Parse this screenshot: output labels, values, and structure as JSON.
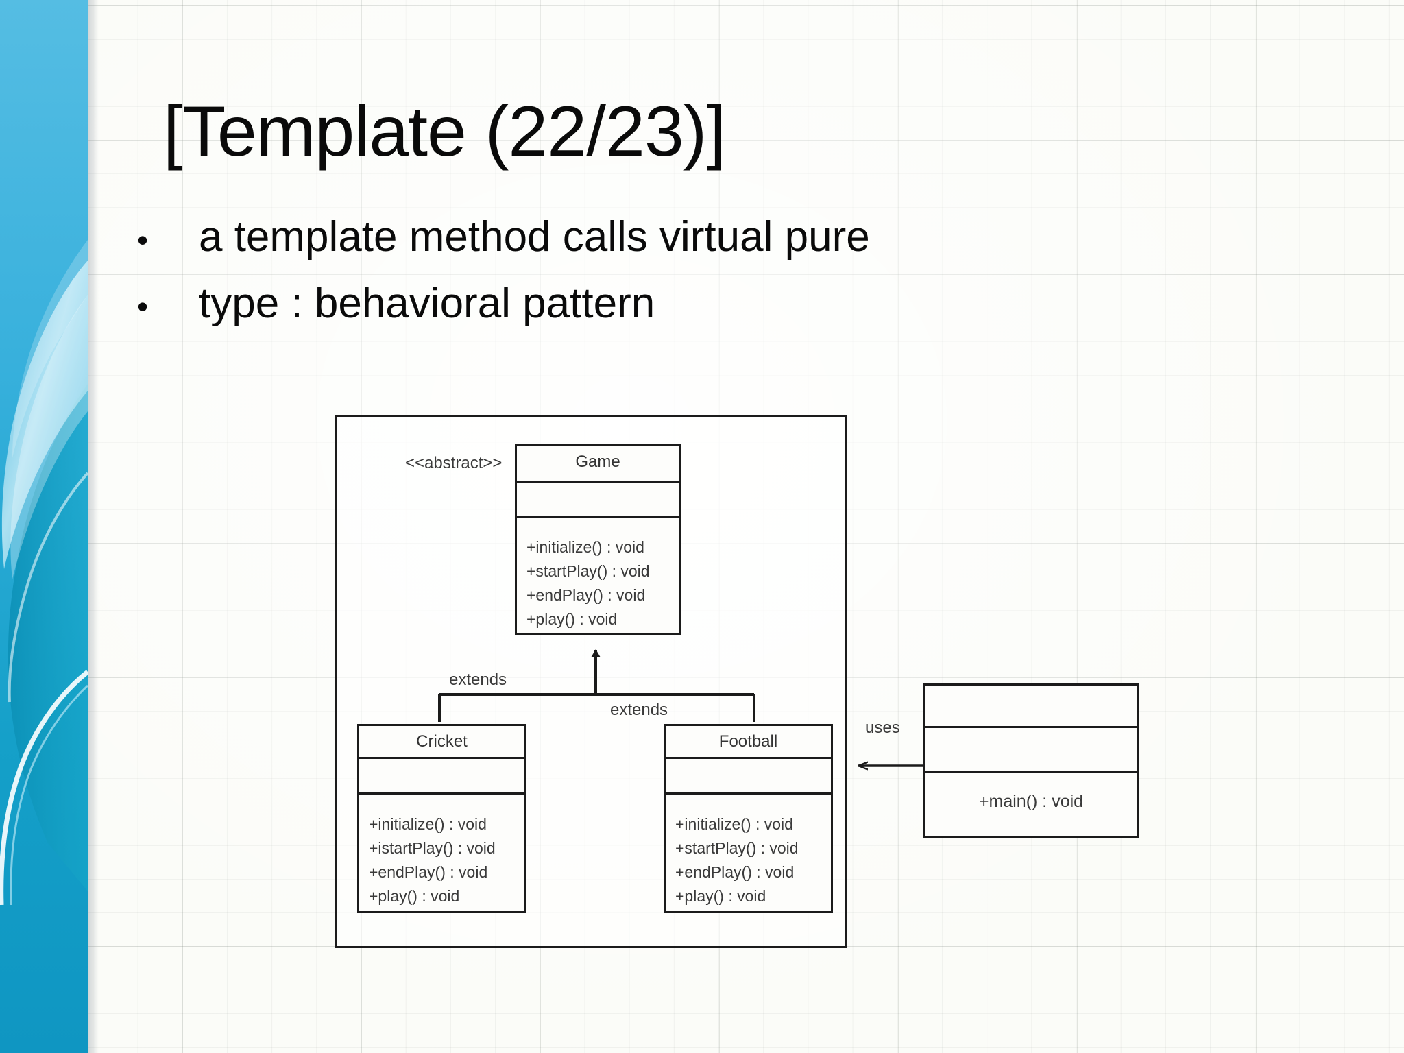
{
  "slide": {
    "title": "[Template (22/23)]",
    "bullets": [
      {
        "marker": "•",
        "text": "a template method calls virtual pure"
      },
      {
        "marker": "•",
        "text": "type : behavioral pattern"
      }
    ]
  },
  "theme": {
    "accent_blue_light": "#4fb6e0",
    "accent_blue_mid": "#1ea5ce",
    "accent_blue_deep": "#0e8fba",
    "accent_teal": "#18a0bd",
    "text_color": "#0a0a0a",
    "diagram_line": "#1b1b1b",
    "diagram_text": "#3a3a3a",
    "paper_bg": "#fbfcf8",
    "grid_line": "#788078"
  },
  "diagram": {
    "stereotype": "<<abstract>>",
    "classes": {
      "game": {
        "name": "Game",
        "attributes": [],
        "operations": [
          "+initialize()  : void",
          "+startPlay()  : void",
          "+endPlay()  : void",
          "+play() : void"
        ]
      },
      "cricket": {
        "name": "Cricket",
        "attributes": [],
        "operations": [
          "+initialize()  : void",
          "+istartPlay()  : void",
          "+endPlay()  : void",
          "+play() : void"
        ]
      },
      "football": {
        "name": "Football",
        "attributes": [],
        "operations": [
          "+initialize()  : void",
          "+startPlay()  : void",
          "+endPlay()  : void",
          "+play() : void"
        ]
      },
      "main": {
        "name": "",
        "attributes": [],
        "operations": [
          "+main() : void"
        ]
      }
    },
    "relationships": [
      {
        "id": "cricket-extends-game",
        "label": "extends",
        "from": "Cricket",
        "to": "Game",
        "kind": "generalization"
      },
      {
        "id": "football-extends-game",
        "label": "extends",
        "from": "Football",
        "to": "Game",
        "kind": "generalization"
      },
      {
        "id": "main-uses-football",
        "label": "uses",
        "from": "main",
        "to": "Football",
        "kind": "dependency"
      }
    ]
  }
}
